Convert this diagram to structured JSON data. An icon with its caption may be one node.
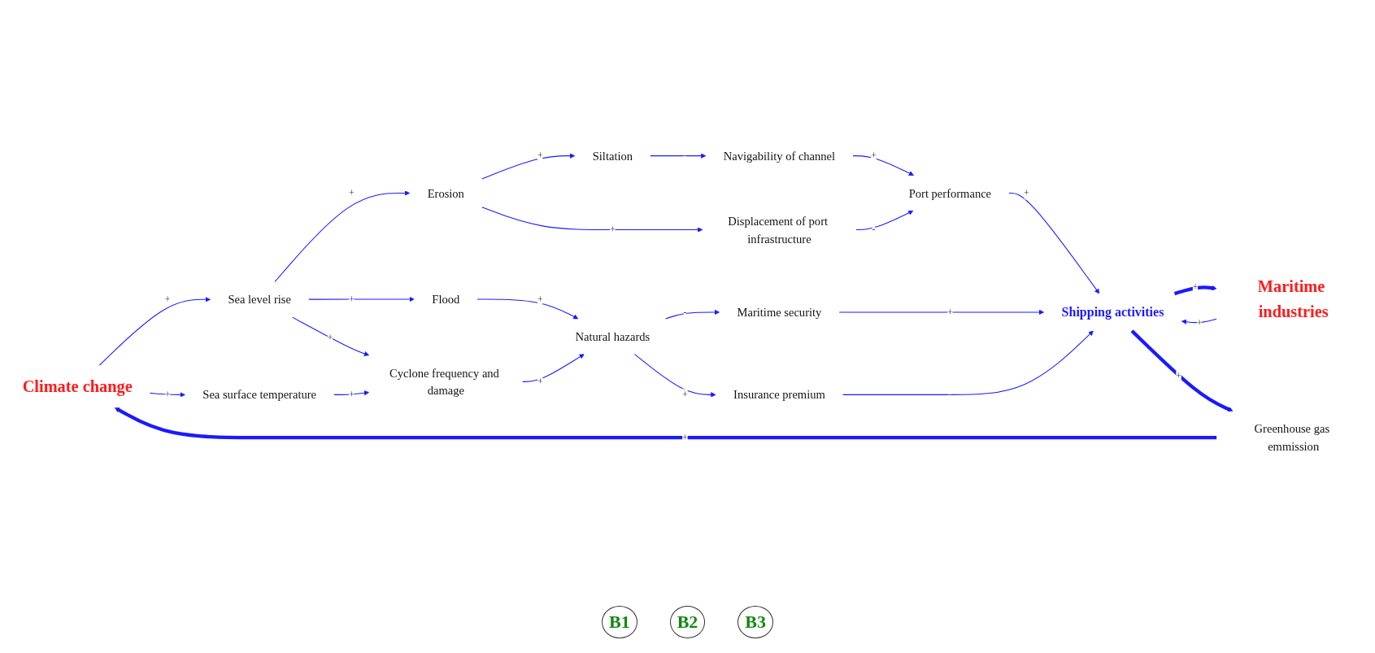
{
  "diagram": {
    "nodes": [
      {
        "text": [
          "Climate change"
        ]
      },
      {
        "text": [
          "Sea level rise"
        ]
      },
      {
        "text": [
          "Sea surface temperature"
        ]
      },
      {
        "text": [
          "Erosion"
        ]
      },
      {
        "text": [
          "Flood"
        ]
      },
      {
        "text": [
          "Siltation"
        ]
      },
      {
        "text": [
          "Displacement of port infrastructure"
        ]
      },
      {
        "text": [
          "Navigability of channel"
        ]
      },
      {
        "text": [
          "Cyclone frequency and damage"
        ]
      },
      {
        "text": [
          "Natural hazards"
        ]
      },
      {
        "text": [
          "Port performance"
        ]
      },
      {
        "text": [
          "Insurance premium"
        ]
      },
      {
        "text": [
          "Maritime security"
        ]
      },
      {
        "text": [
          "Shipping activities"
        ]
      },
      {
        "text": [
          "Maritime industries"
        ]
      },
      {
        "text": [
          "Greenhouse gas emmission"
        ]
      }
    ],
    "edges": [
      {
        "from": 0,
        "to": 1,
        "arrow": "to",
        "label": "+"
      },
      {
        "from": 0,
        "to": 2,
        "arrow": "to",
        "label": "+"
      },
      {
        "from": 1,
        "to": 3,
        "arrow": "to",
        "label": "+"
      },
      {
        "from": 1,
        "to": 4,
        "arrow": "to",
        "label": "+"
      },
      {
        "from": 1,
        "to": 8,
        "arrow": "to",
        "label": "+"
      },
      {
        "from": 2,
        "to": 8,
        "arrow": "to",
        "label": "+"
      },
      {
        "from": 3,
        "to": 5,
        "arrow": "to",
        "label": "+"
      },
      {
        "from": 3,
        "to": 6,
        "arrow": "to",
        "label": "+"
      },
      {
        "from": 5,
        "to": 7,
        "arrow": "to",
        "label": "-"
      },
      {
        "from": 7,
        "to": 10,
        "arrow": "to",
        "label": "+"
      },
      {
        "from": 6,
        "to": 10,
        "arrow": "to",
        "label": "-"
      },
      {
        "from": 4,
        "to": 9,
        "arrow": "to",
        "label": "+"
      },
      {
        "from": 8,
        "to": 9,
        "arrow": "to",
        "label": "+"
      },
      {
        "from": 9,
        "to": 11,
        "arrow": "to",
        "label": "+"
      },
      {
        "from": 9,
        "to": 12,
        "arrow": "to",
        "label": "-"
      },
      {
        "from": 10,
        "to": 13,
        "arrow": "to",
        "label": "+"
      },
      {
        "from": 12,
        "to": 13,
        "arrow": "to",
        "label": "+"
      },
      {
        "from": 11,
        "to": 13,
        "arrow": "to",
        "label": "-"
      },
      {
        "from": 14,
        "to": 13,
        "arrow": "to",
        "label": "+"
      },
      {
        "from": 13,
        "to": 14,
        "arrow": "to",
        "label": "+",
        "style": "thick"
      },
      {
        "from": 13,
        "to": 15,
        "arrow": "to",
        "label": "+",
        "style": "thick"
      },
      {
        "from": 15,
        "to": 0,
        "arrow": "to",
        "label": "+",
        "style": "thick"
      }
    ],
    "labels": [
      "B1",
      "B2",
      "B3"
    ]
  }
}
